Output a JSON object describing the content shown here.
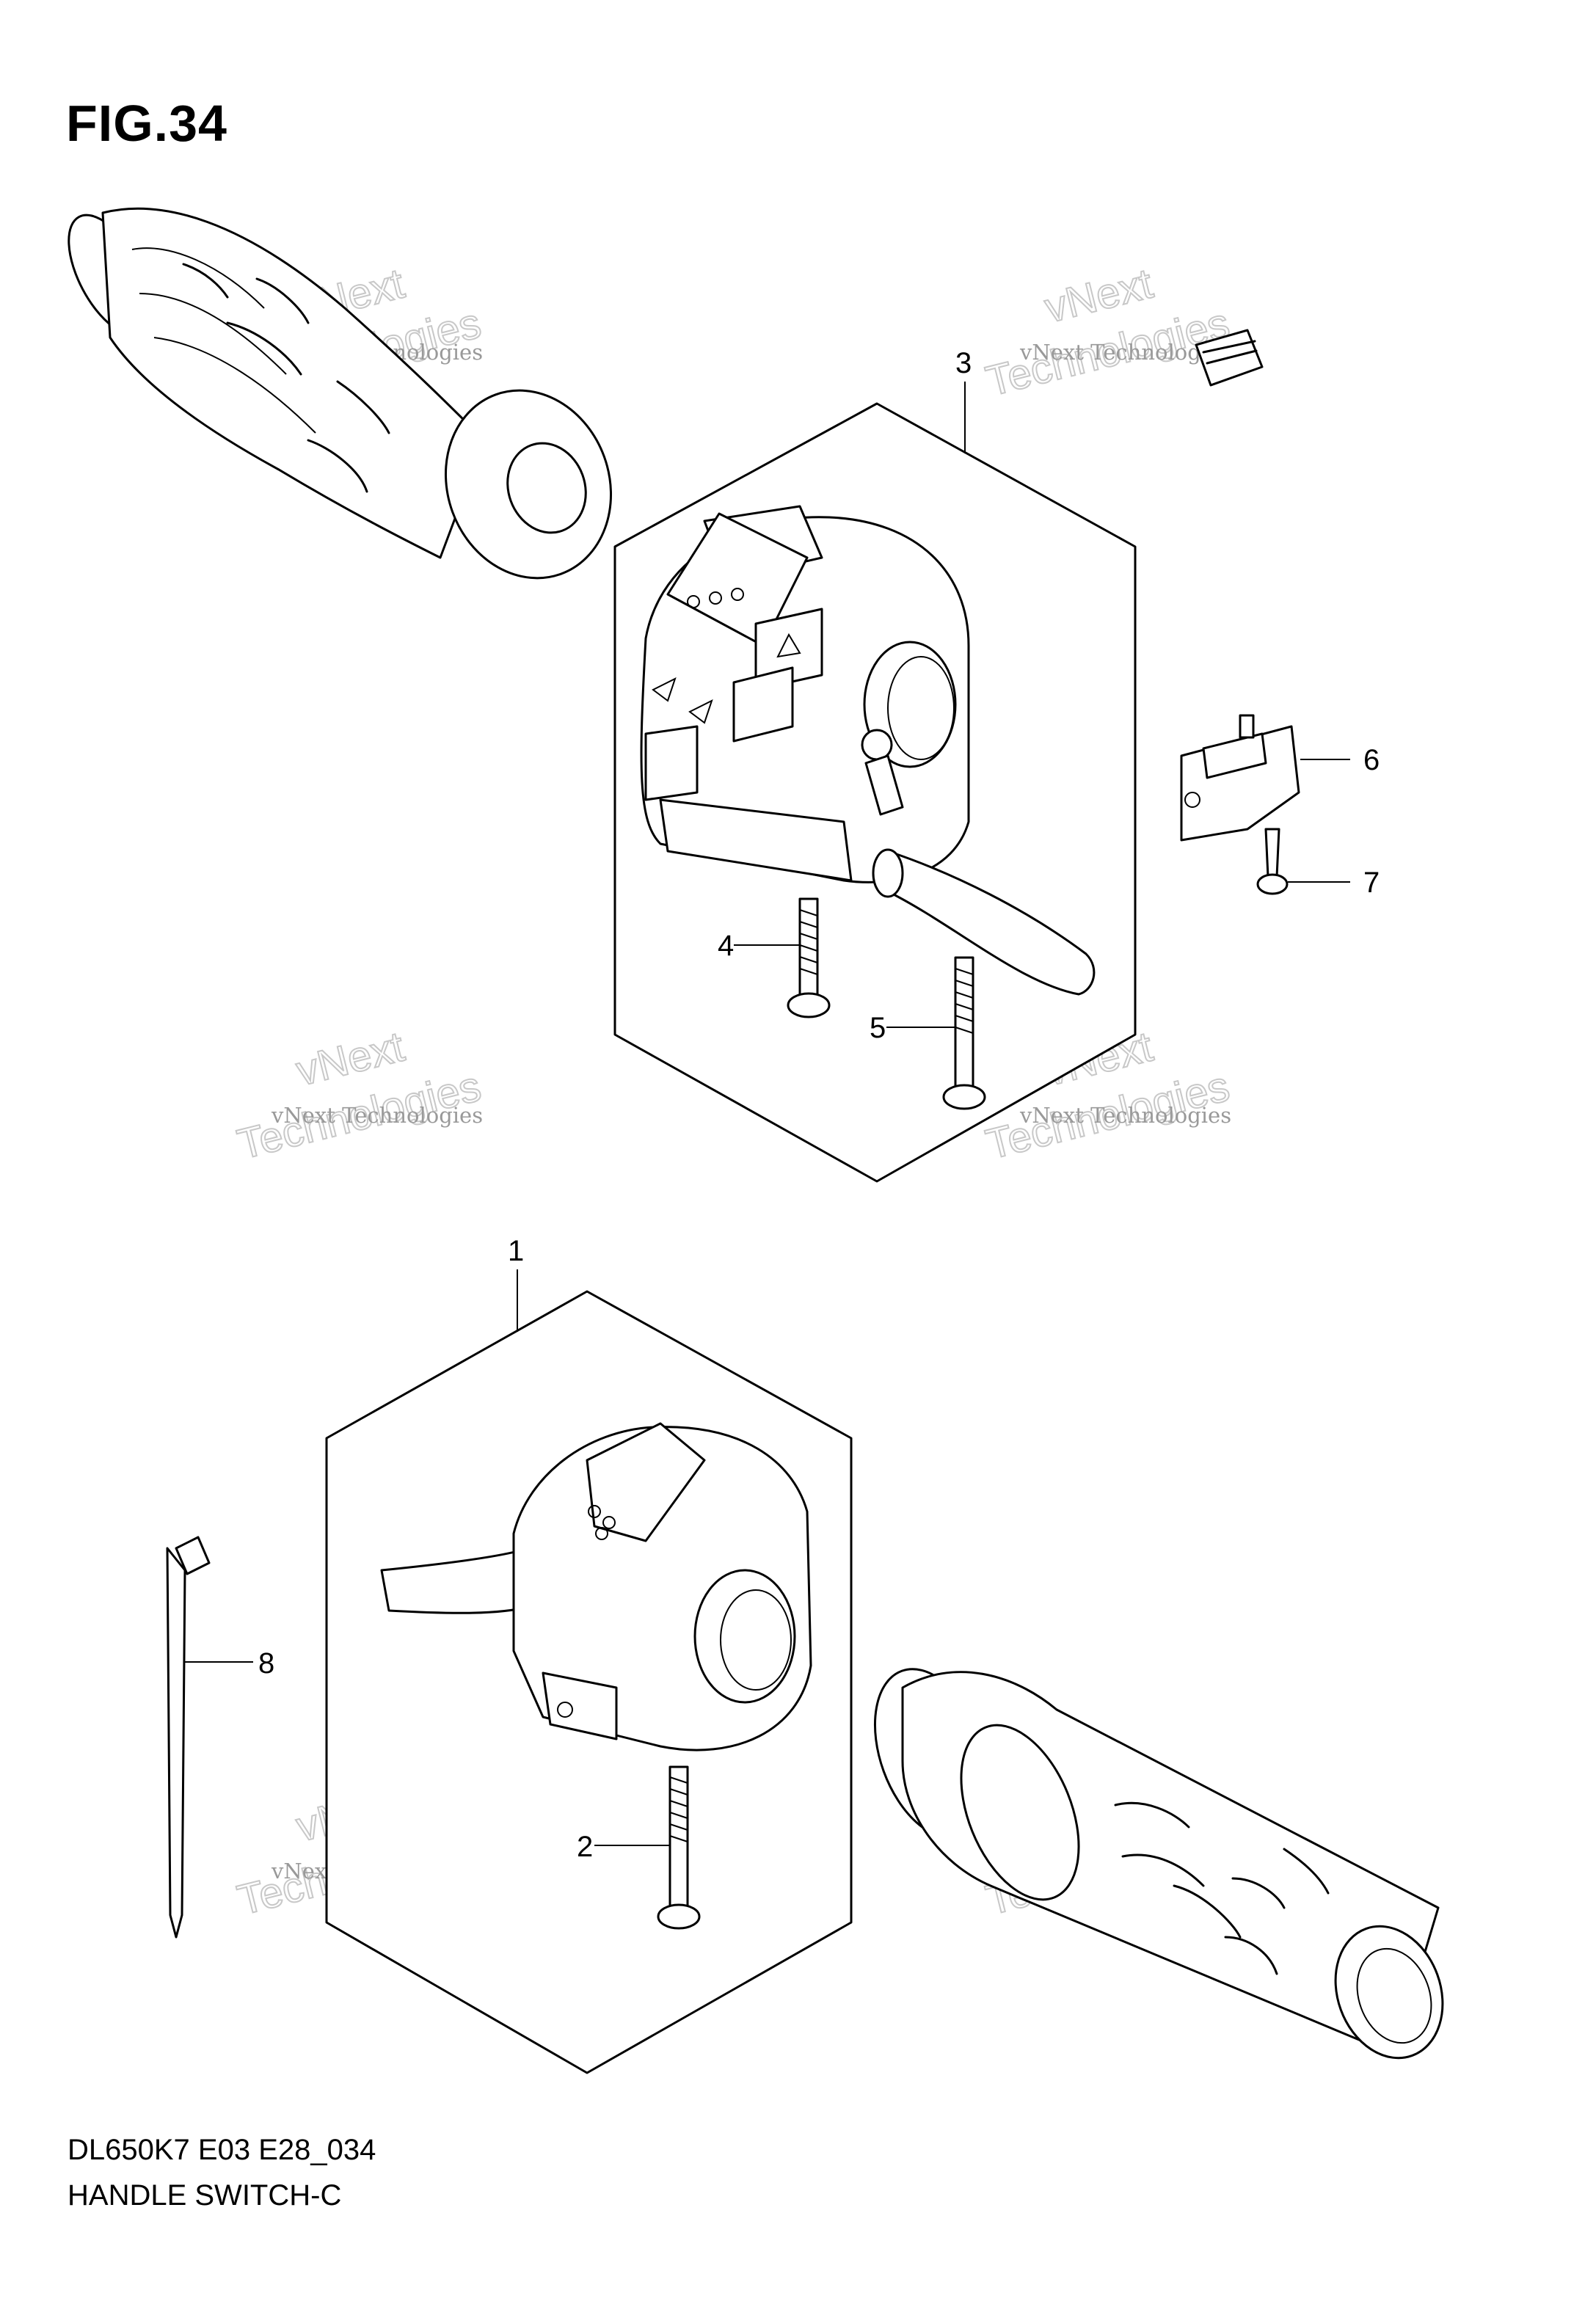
{
  "figure": {
    "title": "FIG.34"
  },
  "footer": {
    "model_code": "DL650K7 E03 E28_034",
    "section_name": "HANDLE SWITCH-C"
  },
  "callouts": [
    {
      "number": "1"
    },
    {
      "number": "2"
    },
    {
      "number": "3"
    },
    {
      "number": "4"
    },
    {
      "number": "5"
    },
    {
      "number": "6"
    },
    {
      "number": "7"
    },
    {
      "number": "8"
    }
  ],
  "watermark": {
    "line1": "vNext",
    "line2": "Technologies",
    "caption": "vNext Technologies"
  }
}
